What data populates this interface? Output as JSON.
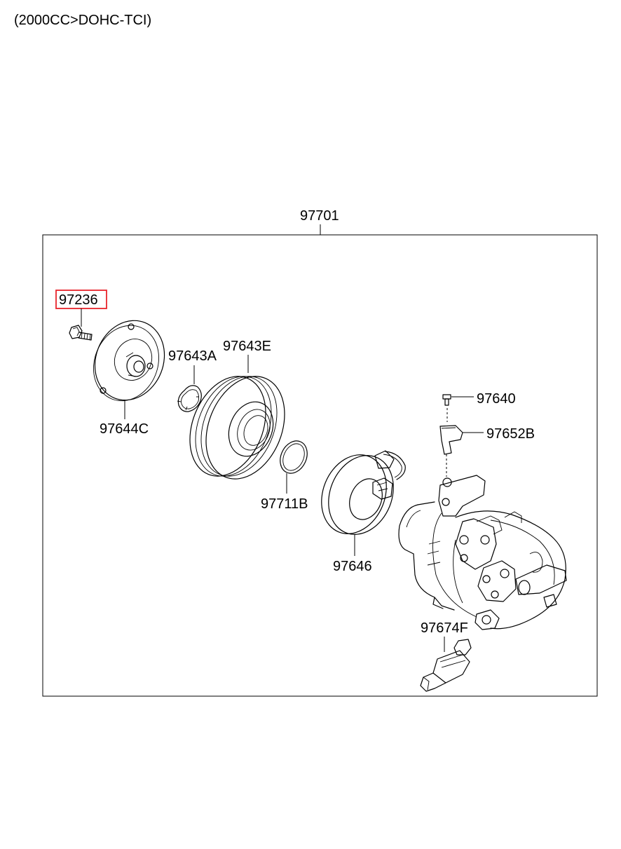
{
  "header": {
    "engine_variant": "(2000CC>DOHC-TCI)"
  },
  "assembly": {
    "label": "97701"
  },
  "parts": {
    "bolt": {
      "label": "97236"
    },
    "clutch_hub": {
      "label": "97644C"
    },
    "snap_ring": {
      "label": "97643A"
    },
    "pulley": {
      "label": "97643E"
    },
    "o_ring": {
      "label": "97711B"
    },
    "field_coil": {
      "label": "97646"
    },
    "screw": {
      "label": "97640"
    },
    "bracket": {
      "label": "97652B"
    },
    "pressure_switch": {
      "label": "97674F"
    }
  },
  "highlight": {
    "part": "97236",
    "color": "#e8242b"
  }
}
